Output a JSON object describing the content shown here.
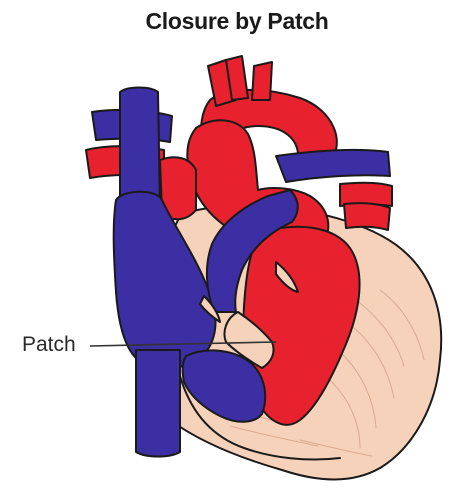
{
  "title": "Closure by Patch",
  "labels": {
    "patch": "Patch"
  },
  "colors": {
    "deoxygenated_blue": "#3b2fa3",
    "oxygenated_red": "#e8212e",
    "tissue_peach": "#f6d2bb",
    "outline": "#1a1a1a",
    "label_line": "#333333"
  },
  "icons": {
    "diagram": "heart-cross-section"
  }
}
